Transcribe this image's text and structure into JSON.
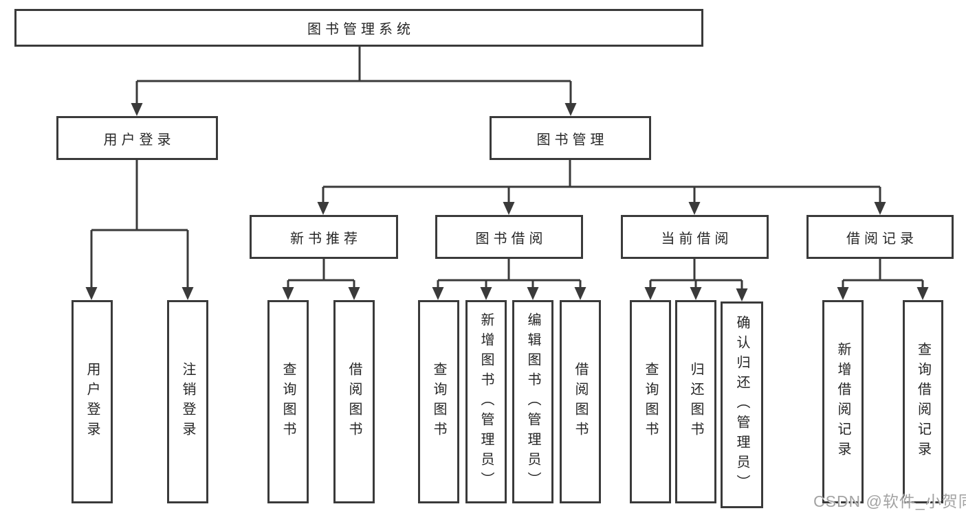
{
  "diagram": {
    "title": "图书管理系统",
    "line_color": "#3a3a3a",
    "level2": [
      {
        "label": "用户登录"
      },
      {
        "label": "图书管理"
      }
    ],
    "level3": [
      {
        "label": "新书推荐"
      },
      {
        "label": "图书借阅"
      },
      {
        "label": "当前借阅"
      },
      {
        "label": "借阅记录"
      }
    ],
    "children": {
      "user_login": [
        {
          "label": "用户登录"
        },
        {
          "label": "注销登录"
        }
      ],
      "new_book_recommendation": [
        {
          "label": "查询图书"
        },
        {
          "label": "借阅图书"
        }
      ],
      "book_borrowing": [
        {
          "label": "查询图书"
        },
        {
          "label": "新增图书（管理员）"
        },
        {
          "label": "编辑图书（管理员）"
        },
        {
          "label": "借阅图书"
        }
      ],
      "current_borrowing": [
        {
          "label": "查询图书"
        },
        {
          "label": "归还图书"
        },
        {
          "label": "确认归还（管理员）"
        }
      ],
      "borrowing_records": [
        {
          "label": "新增借阅记录"
        },
        {
          "label": "查询借阅记录"
        }
      ]
    }
  },
  "watermark": "CSDN @软件_小贺同学"
}
